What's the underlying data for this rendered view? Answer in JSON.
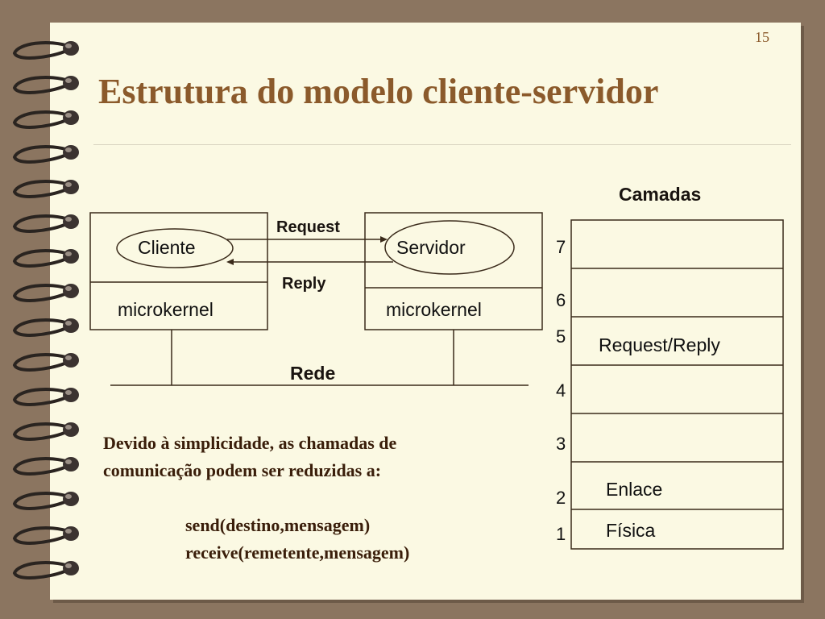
{
  "slide": {
    "number": "15",
    "title": "Estrutura do modelo cliente-servidor"
  },
  "diagram": {
    "client": {
      "label": "Cliente",
      "kernel": "microkernel"
    },
    "server": {
      "label": "Servidor",
      "kernel": "microkernel"
    },
    "request_label": "Request",
    "reply_label": "Reply",
    "network_label": "Rede"
  },
  "layers": {
    "title": "Camadas",
    "numbers": [
      "7",
      "6",
      "5",
      "4",
      "3",
      "2",
      "1"
    ],
    "request_reply": "Request/Reply",
    "enlace": "Enlace",
    "fisica": "Física"
  },
  "text": {
    "line1": "Devido à simplicidade, as chamadas de",
    "line2": "comunicação podem ser reduzidas a:",
    "code1": "send(destino,mensagem)",
    "code2": "receive(remetente,mensagem)"
  },
  "colors": {
    "background": "#8b7560",
    "paper": "#fbf9e3",
    "title": "#8b5a2b",
    "text": "#3a1e0a",
    "lines": "#3a2a1a"
  }
}
